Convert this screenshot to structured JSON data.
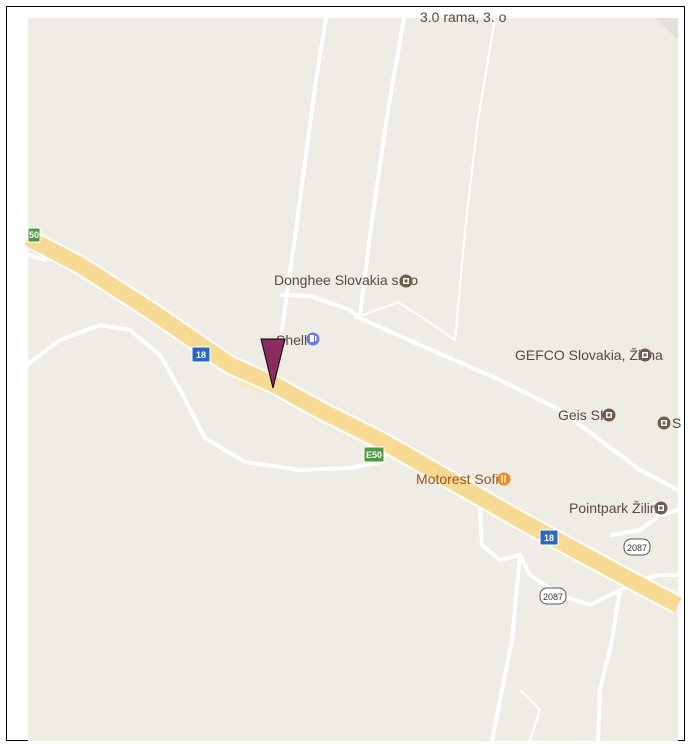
{
  "map": {
    "background": "#efece6",
    "highway_color": "#f7da94",
    "road_color": "#ffffff",
    "poi_color": "#725c4b",
    "poi_accent_fuel": "#6b7be0",
    "poi_accent_food": "#f28a1b",
    "marker_color": "#8b2c5f",
    "green_shield_color": "#4e9a44",
    "blue_shield_color": "#2a68c4"
  },
  "labels": {
    "top_cut": "3.0 rama, 3. o",
    "donghee": "Donghee Slovakia s.r.o",
    "shell": "Shell",
    "gefco": "GEFCO Slovakia, Žilina",
    "geis": "Geis SK",
    "edge_poi": "S",
    "motorest": "Motorest Sofia",
    "pointpark": "Pointpark Žilina"
  },
  "shields": {
    "e50_left": "50",
    "e50_mid": "E50",
    "r18_left": "18",
    "r18_right": "18",
    "road_2087_a": "2087",
    "road_2087_b": "2087"
  },
  "icons": {
    "donghee": "poi-square-icon",
    "shell": "fuel-station-icon",
    "gefco": "poi-square-icon",
    "geis": "poi-square-icon",
    "edge": "poi-square-icon",
    "motorest": "restaurant-icon",
    "pointpark": "poi-square-icon",
    "marker": "location-marker-icon"
  }
}
